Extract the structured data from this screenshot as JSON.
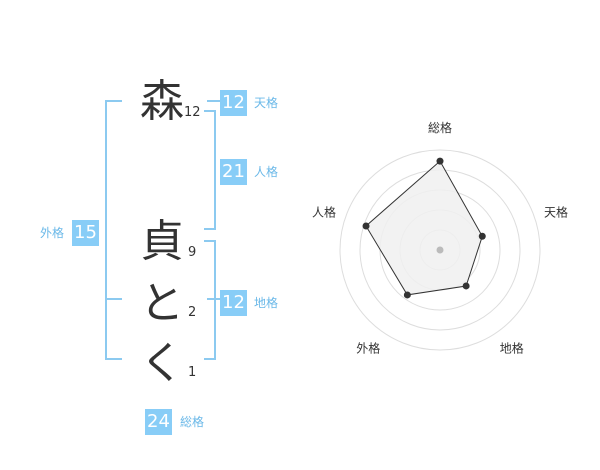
{
  "name": {
    "characters": [
      {
        "char": "森",
        "strokes": "12"
      },
      {
        "char": "貞",
        "strokes": "9"
      },
      {
        "char": "と",
        "strokes": "2"
      },
      {
        "char": "く",
        "strokes": "1"
      }
    ]
  },
  "scores": {
    "tenkaku": {
      "label": "天格",
      "value": "12"
    },
    "jinkaku": {
      "label": "人格",
      "value": "21"
    },
    "chikaku": {
      "label": "地格",
      "value": "12"
    },
    "gaikaku": {
      "label": "外格",
      "value": "15"
    },
    "soukaku": {
      "label": "総格",
      "value": "24"
    }
  },
  "chart_data": {
    "type": "radar",
    "axes": [
      "総格",
      "天格",
      "地格",
      "外格",
      "人格"
    ],
    "values": [
      24,
      12,
      12,
      15,
      21
    ],
    "scale_max": 27,
    "rings": 5,
    "colors": {
      "fill": "#f0f0f0",
      "stroke": "#333333",
      "point": "#333333",
      "grid": "#dddddd",
      "center": "#bbbbbb"
    }
  }
}
